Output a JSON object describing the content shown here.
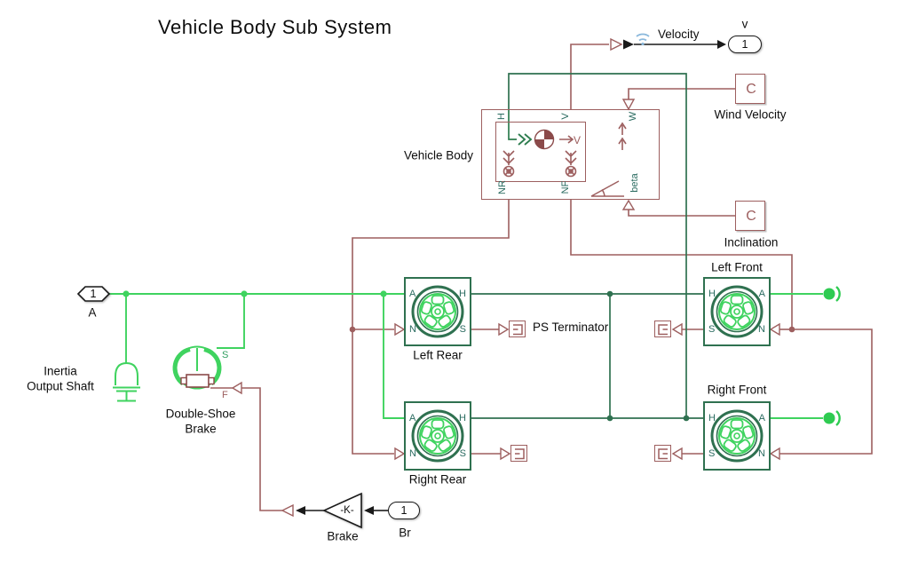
{
  "title": "Vehicle Body  Sub System",
  "vehicle_body": {
    "label": "Vehicle Body",
    "port_h": "H",
    "port_v": "V",
    "port_w": "W",
    "port_nr": "NR",
    "port_nf": "NF",
    "port_beta": "beta",
    "v_indicator": "V"
  },
  "wind_velocity": {
    "glyph": "C",
    "label": "Wind Velocity"
  },
  "inclination": {
    "glyph": "C",
    "label": "Inclination"
  },
  "wheels": {
    "port_a": "A",
    "port_n": "N",
    "port_h": "H",
    "port_s": "S",
    "left_rear": {
      "label": "Left Rear"
    },
    "right_rear": {
      "label": "Right Rear"
    },
    "left_front": {
      "label": "Left Front"
    },
    "right_front": {
      "label": "Right Front"
    }
  },
  "ps_terminator_label": "PS Terminator",
  "inertia": {
    "line1": "Inertia",
    "line2": "Output Shaft"
  },
  "brake_block": {
    "line1": "Double-Shoe",
    "line2": "Brake",
    "port_s": "S",
    "port_f": "F"
  },
  "gain": {
    "value": "-K-",
    "label": "Brake"
  },
  "inport_a": {
    "value": "1",
    "label": "A"
  },
  "inport_br": {
    "value": "1",
    "label": "Br"
  },
  "outport_v": {
    "value": "1",
    "label": "v"
  },
  "velocity_signal": {
    "label": "Velocity"
  },
  "colors": {
    "physical_maroon": "#9d5f5f",
    "mechanical_dark_green": "#2f7150",
    "bright_green": "#3fd35f",
    "port_text_teal": "#2a6b60",
    "signal_black": "#1a1a1a",
    "wifi_blue": "#8ab8dc"
  }
}
